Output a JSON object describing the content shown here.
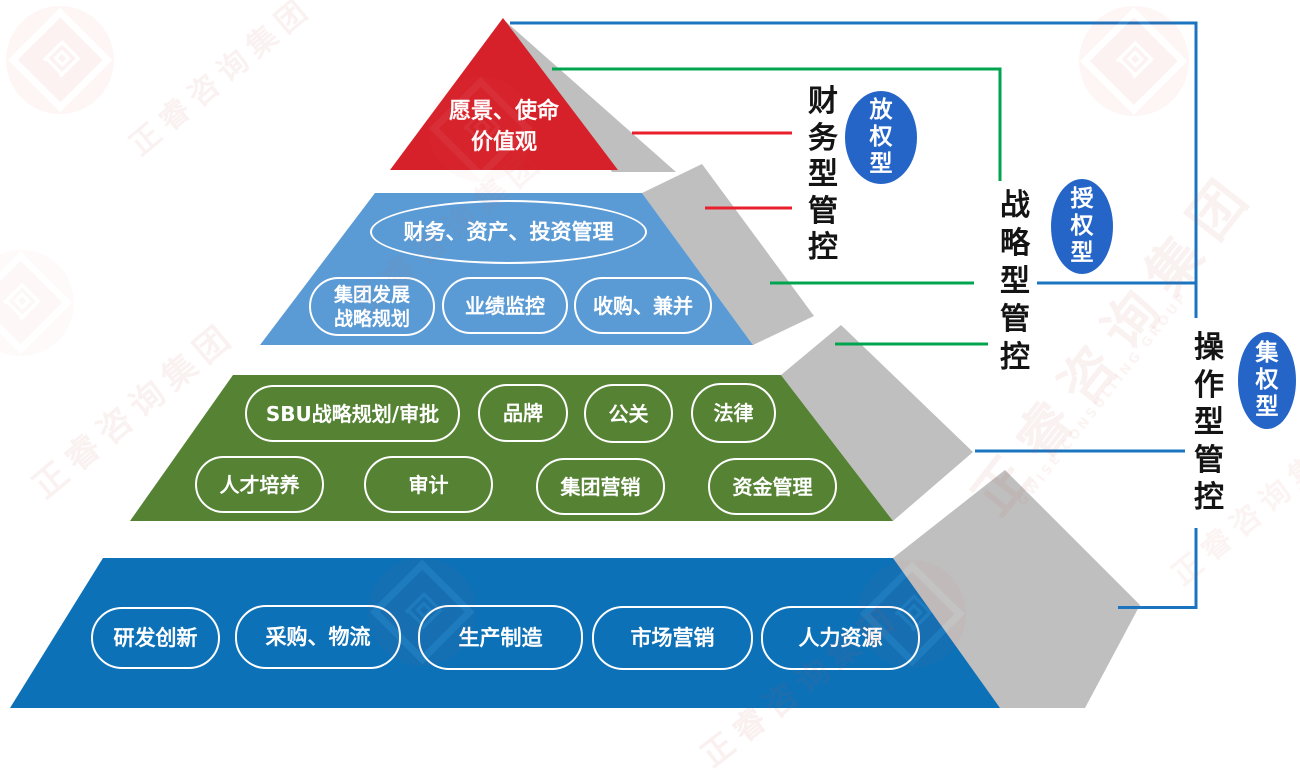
{
  "pyramid": {
    "levels": [
      {
        "name": "vision",
        "label_lines": [
          "愿景、使命",
          "价值观"
        ],
        "color": "#D6212B"
      },
      {
        "name": "finance-control-layer",
        "color": "#5B9BD5",
        "items": [
          "财务、资产、投资管理",
          "集团发展战略规划",
          "业绩监控",
          "收购、兼并"
        ]
      },
      {
        "name": "strategy-control-layer",
        "color": "#568234",
        "items": [
          "SBU战略规划/审批",
          "品牌",
          "公关",
          "法律",
          "人才培养",
          "审计",
          "集团营销",
          "资金管理"
        ]
      },
      {
        "name": "operation-layer",
        "color": "#0D71B8",
        "items": [
          "研发创新",
          "采购、物流",
          "生产制造",
          "市场营销",
          "人力资源"
        ]
      }
    ]
  },
  "controls": {
    "financial": {
      "label": "财务型管控",
      "badge": "放权型"
    },
    "strategic": {
      "label": "战略型管控",
      "badge": "授权型"
    },
    "operational": {
      "label": "操作型管控",
      "badge": "集权型"
    }
  },
  "watermark": {
    "text": "正睿咨询集团",
    "subtext": "GWISE CONSULTING GROUP",
    "glyph": "回"
  },
  "colors": {
    "level1": "#D6212B",
    "level2": "#5B9BD5",
    "level3": "#568234",
    "level4": "#0D71B8",
    "shadow": "#BFBFBF",
    "badge_blue": "#2565C8",
    "line_red": "#E8202C",
    "line_green": "#00A44F",
    "line_blue": "#1B74BF"
  }
}
